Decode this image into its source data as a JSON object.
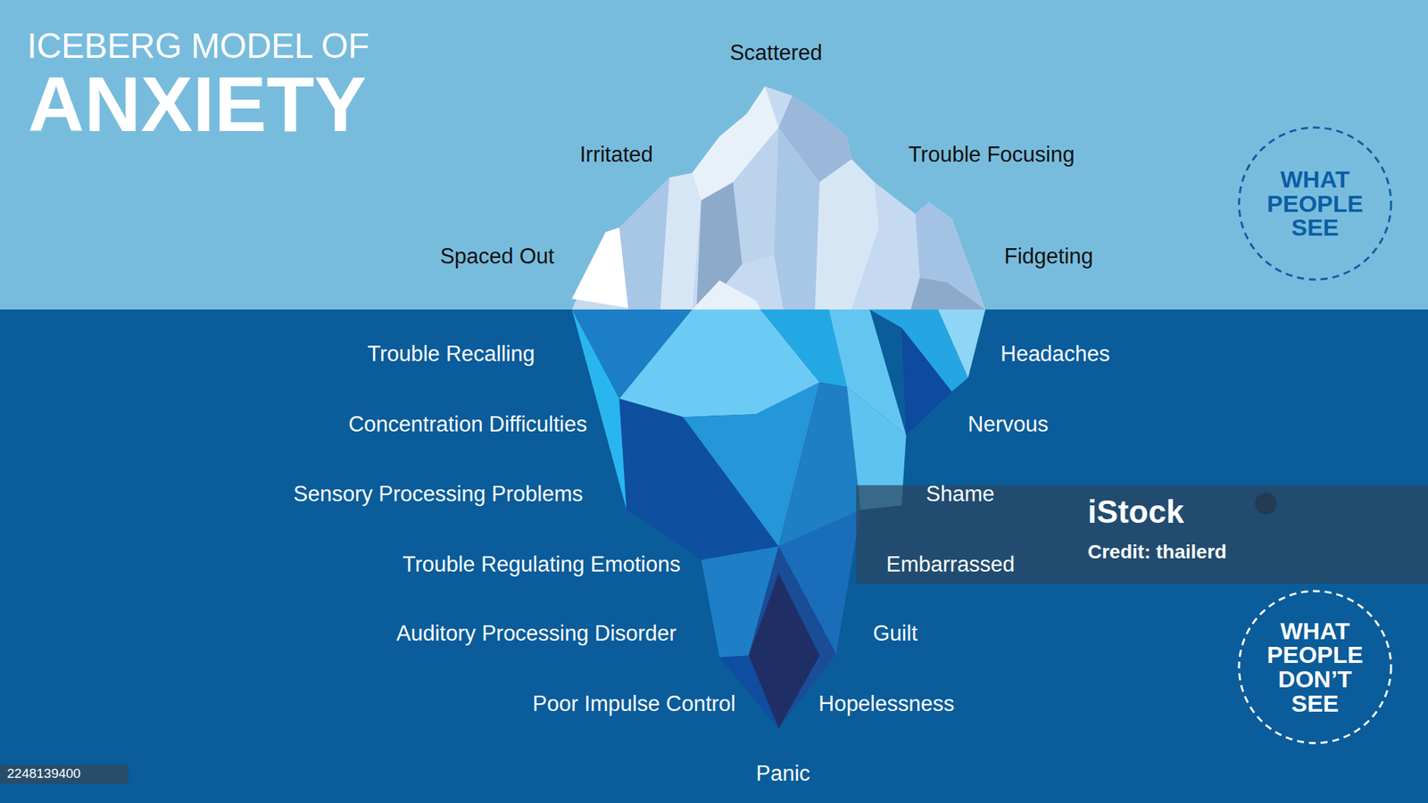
{
  "diagram": {
    "title": "ICEBERG MODEL OF",
    "nodes": [
      {
        "text": [
          "WHAT PEOPLE SEE"
        ]
      },
      {
        "text": [
          "WHAT PEOPLE DON’T SEE"
        ]
      }
    ],
    "labels": [
      "ANXIETY",
      "Scattered",
      "Irritated",
      "Trouble Focusing",
      "Spaced Out",
      "Fidgeting",
      "Trouble Recalling",
      "Headaches",
      "Concentration Difficulties",
      "Nervous",
      "Sensory Processing Problems",
      "Shame",
      "Trouble Regulating Emotions",
      "Embarrassed",
      "Auditory Processing Disorder",
      "Guilt",
      "Poor Impulse Control",
      "Hopelessness",
      "Panic",
      "iStock",
      "Credit: thailerd",
      "2248139400"
    ]
  }
}
